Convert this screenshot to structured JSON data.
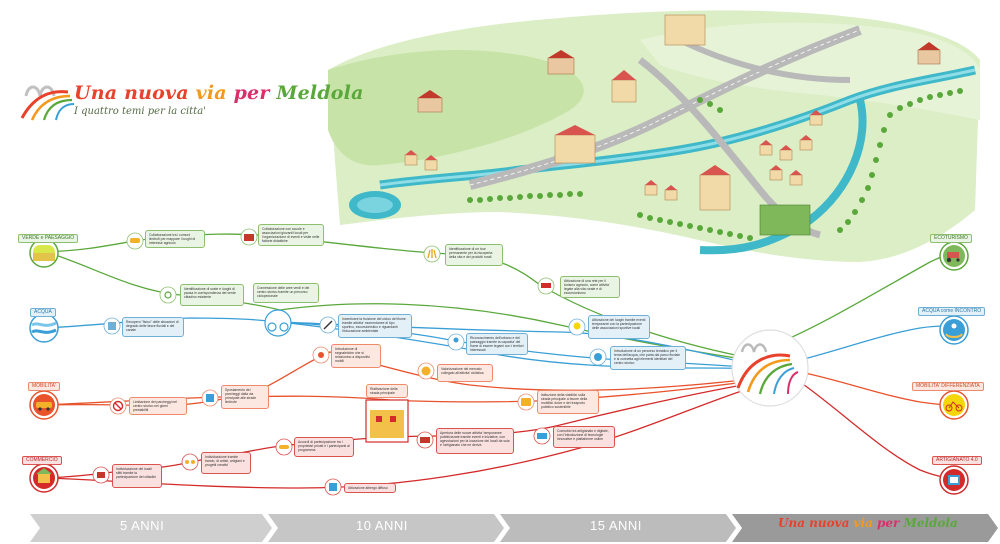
{
  "header": {
    "title_parts": [
      {
        "text": "Una nuova ",
        "color": "#e8412c"
      },
      {
        "text": "via ",
        "color": "#f39a1e"
      },
      {
        "text": "per ",
        "color": "#d9306b"
      },
      {
        "text": "Meldola",
        "color": "#5aa83c"
      }
    ],
    "subtitle": "I quattro temi per la citta'"
  },
  "themes_left": [
    {
      "label": "VERDE e PAESAGGIO",
      "color": "#5aa83c",
      "icon": "landscape-icon"
    },
    {
      "label": "ACQUA",
      "color": "#3a9fd6",
      "icon": "water-icon"
    },
    {
      "label": "MOBILITA'",
      "color": "#e8532c",
      "icon": "car-icon"
    },
    {
      "label": "COMMERCIO",
      "color": "#d42a2a",
      "icon": "shop-icon"
    }
  ],
  "themes_right": [
    {
      "label": "ECOTURISMO",
      "color": "#5aa83c",
      "icon": "tractor-icon"
    },
    {
      "label": "ACQUA come INCONTRO",
      "color": "#3a9fd6",
      "icon": "hands-water-icon"
    },
    {
      "label": "MOBILITA' DIFFERENZIATA",
      "color": "#e8532c",
      "icon": "bicycle-icon"
    },
    {
      "label": "ARTIGIANATO 4.0",
      "color": "#d42a2a",
      "icon": "craft-icon"
    }
  ],
  "actions": {
    "green": [
      "Collaborazione tra i comuni limitrofi per mappare i luoghi di interesse agricolo",
      "Collaborazione con scuole e associazioni giovanili locali per l'organizzazione di eventi e visite nelle fattorie didattiche",
      "Identificazione di un tour permanente per la riscoperta della vita e dei prodotti rurali",
      "Attivazione di una rete per il turismo agricolo, come attivita' legate alla vita rurale e di escursionismo",
      "Identificazione di soste e luoghi di pausa in corrispondenza del verde cittadino esistente",
      "Connessione delle aree verdi e del centro storico tramite un percorso ciclopedonale"
    ],
    "blue": [
      "Recupero \"fisico\" delle situazioni di degrado delle fasce fluviali e del canale",
      "Incentivare la fruizione del cicloo del fiume tramite attivita' momentanee di tipo sportivo, escursionistico e riguardanti l'educazione ambientale",
      "Riconoscimento dell'urbano e del paesaggio tramite la capacita' del fiume di essere legami con i territori interessati",
      "Attivazione dei luoghi tramite eventi temporanei con la partecipazione delle associazioni sportive locali",
      "Introduzione di un percorso tematico per il tema dell'acqua, che parta dal parco fluviale e si connetta agli elementi identitari del centro storico"
    ],
    "orange": [
      "Introduzione di segnaletiche che si relazionino a dispositivi mobili",
      "Valorizzazione del mercato collegato all'attivita' ciclistica",
      "Limitazione dei parcheggi nel centro storico nei giorni prestabiliti",
      "Spostamento dei parcheggi dalla via principale alle strade limitrofe",
      "Riattivazione della strada principale",
      "Istituzione della viabilita' sulla strada principale a favore della mobilita' dolce e del trasporto pubblico sostenibile"
    ],
    "red": [
      "Individuazione dei locali sfitti tramite la partecipazione dei cittadini",
      "Individuazione tramite bando, di artisti, artigiani e progetti creativi",
      "Accordi di partecipazione tra i proprietari privati e i partecipanti al programma",
      "Apertura delle nuove attivita' temporanee pubblicizzate tramite eventi e iniziative, con agevolazioni per la locazione dei locali da sola e l'artigianato che ne deriva",
      "Connubio tra artigianato e digitale, con l'introduzione di tecnologie innovative e piattaforme online",
      "Attivazione albergo diffuso"
    ]
  },
  "timeline": {
    "labels": [
      "5 ANNI",
      "10 ANNI",
      "15 ANNI"
    ],
    "brand_parts": [
      {
        "text": "Una nuova ",
        "color": "#e8412c"
      },
      {
        "text": "via ",
        "color": "#f39a1e"
      },
      {
        "text": "per ",
        "color": "#d9306b"
      },
      {
        "text": "Meldola",
        "color": "#5aa83c"
      }
    ]
  },
  "colors": {
    "green": "#5aa83c",
    "blue": "#3a9fd6",
    "orange": "#e8532c",
    "red": "#d42a2a",
    "timeline": "#c9c9c9"
  }
}
